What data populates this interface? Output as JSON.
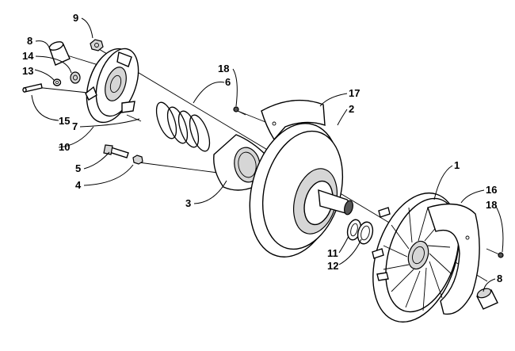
{
  "callouts": [
    {
      "id": "c9",
      "text": "9"
    },
    {
      "id": "c8a",
      "text": "8"
    },
    {
      "id": "c14",
      "text": "14"
    },
    {
      "id": "c13",
      "text": "13"
    },
    {
      "id": "c15",
      "text": "15"
    },
    {
      "id": "c10",
      "text": "10"
    },
    {
      "id": "c7",
      "text": "7"
    },
    {
      "id": "c5",
      "text": "5"
    },
    {
      "id": "c4",
      "text": "4"
    },
    {
      "id": "c3",
      "text": "3"
    },
    {
      "id": "c18a",
      "text": "18"
    },
    {
      "id": "c6",
      "text": "6"
    },
    {
      "id": "c17",
      "text": "17"
    },
    {
      "id": "c2",
      "text": "2"
    },
    {
      "id": "c1",
      "text": "1"
    },
    {
      "id": "c16",
      "text": "16"
    },
    {
      "id": "c18b",
      "text": "18"
    },
    {
      "id": "c11",
      "text": "11"
    },
    {
      "id": "c12",
      "text": "12"
    },
    {
      "id": "c8b",
      "text": "8"
    }
  ]
}
